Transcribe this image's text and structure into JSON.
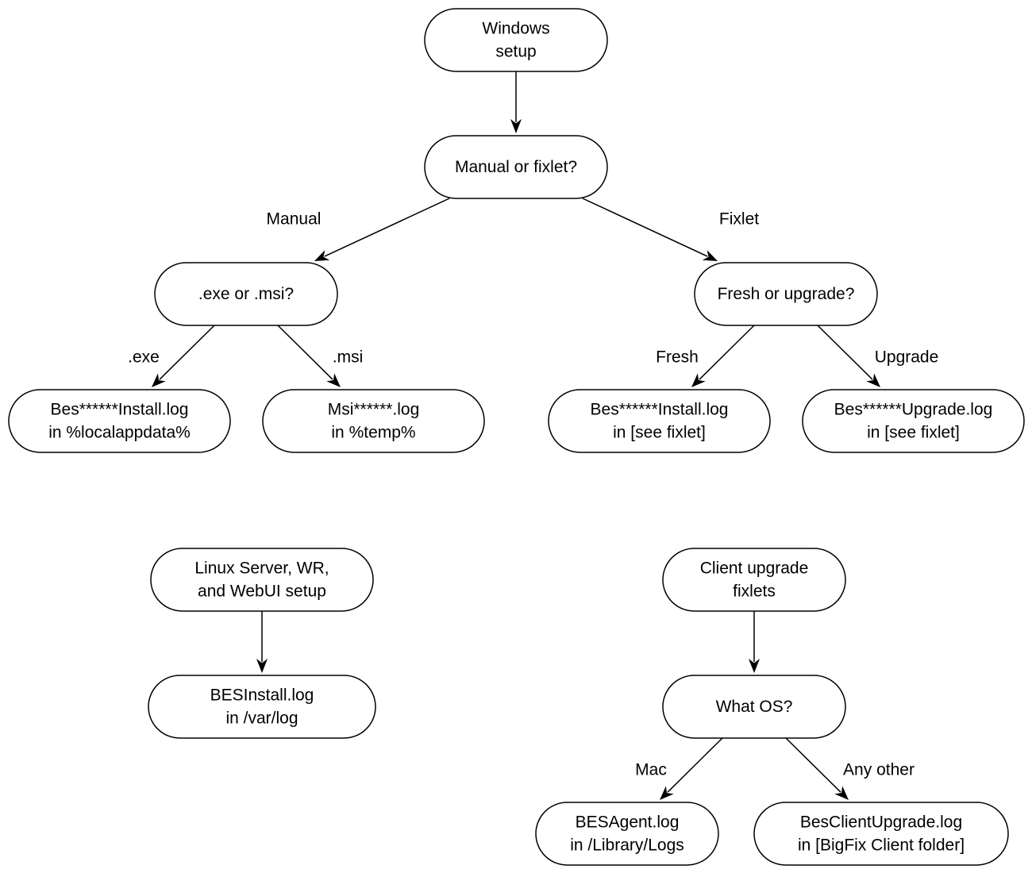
{
  "nodes": {
    "windows_setup": [
      "Windows",
      "setup"
    ],
    "manual_or_fixlet": [
      "Manual or fixlet?"
    ],
    "exe_or_msi": [
      ".exe or .msi?"
    ],
    "fresh_or_upgrade": [
      "Fresh or upgrade?"
    ],
    "bes_install_localappdata": [
      "Bes******Install.log",
      "in %localappdata%"
    ],
    "msi_log_temp": [
      "Msi******.log",
      "in %temp%"
    ],
    "bes_install_fixlet": [
      "Bes******Install.log",
      "in [see fixlet]"
    ],
    "bes_upgrade_fixlet": [
      "Bes******Upgrade.log",
      "in [see fixlet]"
    ],
    "linux_setup": [
      "Linux Server, WR,",
      "and WebUI setup"
    ],
    "bes_install_varlog": [
      "BESInstall.log",
      "in /var/log"
    ],
    "client_upgrade_fixlets": [
      "Client upgrade",
      "fixlets"
    ],
    "what_os": [
      "What OS?"
    ],
    "besagent_log": [
      "BESAgent.log",
      "in /Library/Logs"
    ],
    "besclientupgrade_log": [
      "BesClientUpgrade.log",
      "in [BigFix Client folder]"
    ]
  },
  "edges": [
    {
      "from": "windows_setup",
      "to": "manual_or_fixlet",
      "label": ""
    },
    {
      "from": "manual_or_fixlet",
      "to": "exe_or_msi",
      "label": "Manual"
    },
    {
      "from": "manual_or_fixlet",
      "to": "fresh_or_upgrade",
      "label": "Fixlet"
    },
    {
      "from": "exe_or_msi",
      "to": "bes_install_localappdata",
      "label": ".exe"
    },
    {
      "from": "exe_or_msi",
      "to": "msi_log_temp",
      "label": ".msi"
    },
    {
      "from": "fresh_or_upgrade",
      "to": "bes_install_fixlet",
      "label": "Fresh"
    },
    {
      "from": "fresh_or_upgrade",
      "to": "bes_upgrade_fixlet",
      "label": "Upgrade"
    },
    {
      "from": "linux_setup",
      "to": "bes_install_varlog",
      "label": ""
    },
    {
      "from": "client_upgrade_fixlets",
      "to": "what_os",
      "label": ""
    },
    {
      "from": "what_os",
      "to": "besagent_log",
      "label": "Mac"
    },
    {
      "from": "what_os",
      "to": "besclientupgrade_log",
      "label": "Any other"
    }
  ]
}
